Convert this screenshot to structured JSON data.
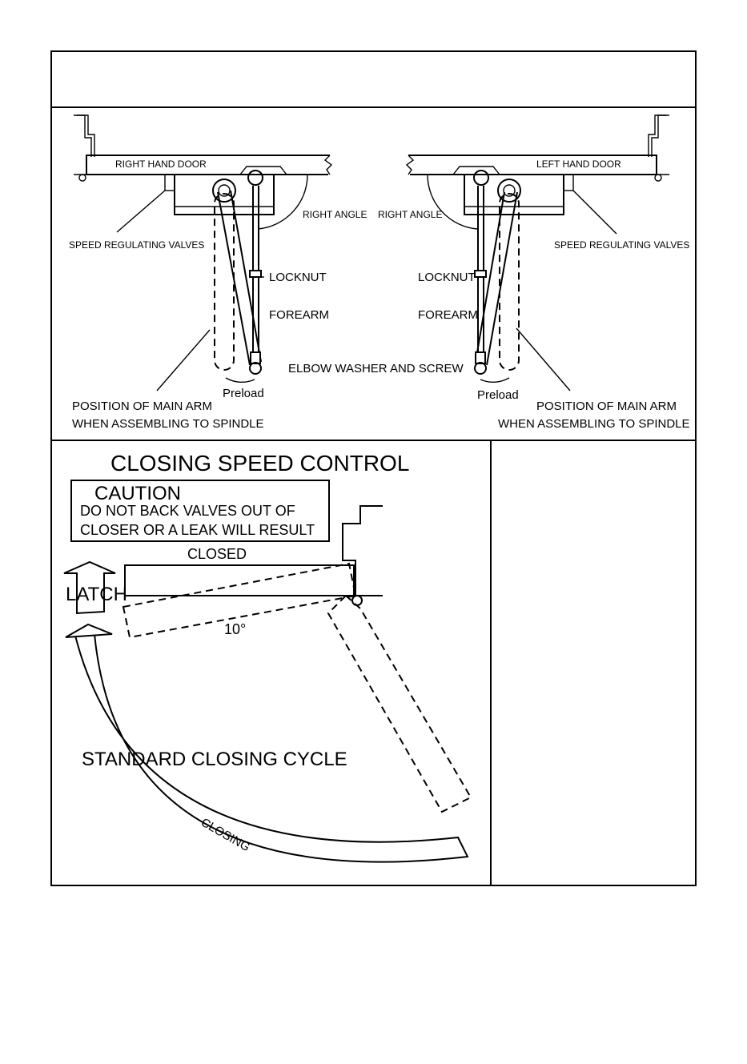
{
  "top_diagram": {
    "right_hand_door": "RIGHT HAND DOOR",
    "left_hand_door": "LEFT HAND DOOR",
    "speed_valves_left": "SPEED REGULATING VALVES",
    "speed_valves_right": "SPEED REGULATING VALVES",
    "right_angle_left": "RIGHT ANGLE",
    "right_angle_right": "RIGHT ANGLE",
    "locknut_left": "LOCKNUT",
    "locknut_right": "LOCKNUT",
    "forearm_left": "FOREARM",
    "forearm_right": "FOREARM",
    "elbow": "ELBOW WASHER AND SCREW",
    "preload_left": "Preload",
    "preload_right": "Preload",
    "main_arm_left_1": "POSITION OF MAIN ARM",
    "main_arm_left_2": "WHEN ASSEMBLING TO SPINDLE",
    "main_arm_right_1": "POSITION OF MAIN ARM",
    "main_arm_right_2": "WHEN ASSEMBLING TO SPINDLE"
  },
  "speed_diagram": {
    "title": "CLOSING SPEED CONTROL",
    "caution_title": "CAUTION",
    "caution_line1": "DO NOT BACK VALVES OUT OF",
    "caution_line2": "CLOSER OR A LEAK WILL RESULT",
    "closed": "CLOSED",
    "latch": "LATCH",
    "angle": "10°",
    "cycle": "STANDARD CLOSING CYCLE",
    "closing": "CLOSING"
  }
}
